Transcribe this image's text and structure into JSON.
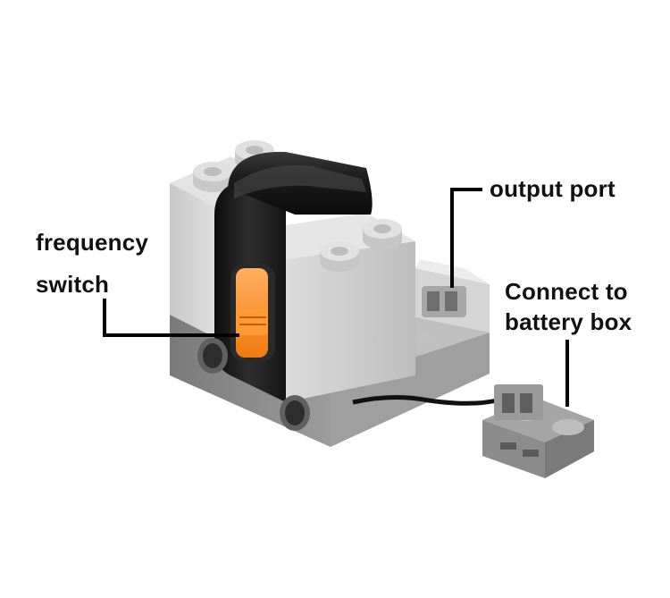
{
  "labels": {
    "frequency": "frequency",
    "switch": "switch",
    "output_port": "output port",
    "connect_to": "Connect to",
    "battery_box": "battery box"
  },
  "colors": {
    "light_gray": "#d2d2d2",
    "dark_gray": "#8a8a8a",
    "black_cap": "#1a1a1a",
    "orange": "#ff8a1f",
    "leader_line": "#000000"
  }
}
